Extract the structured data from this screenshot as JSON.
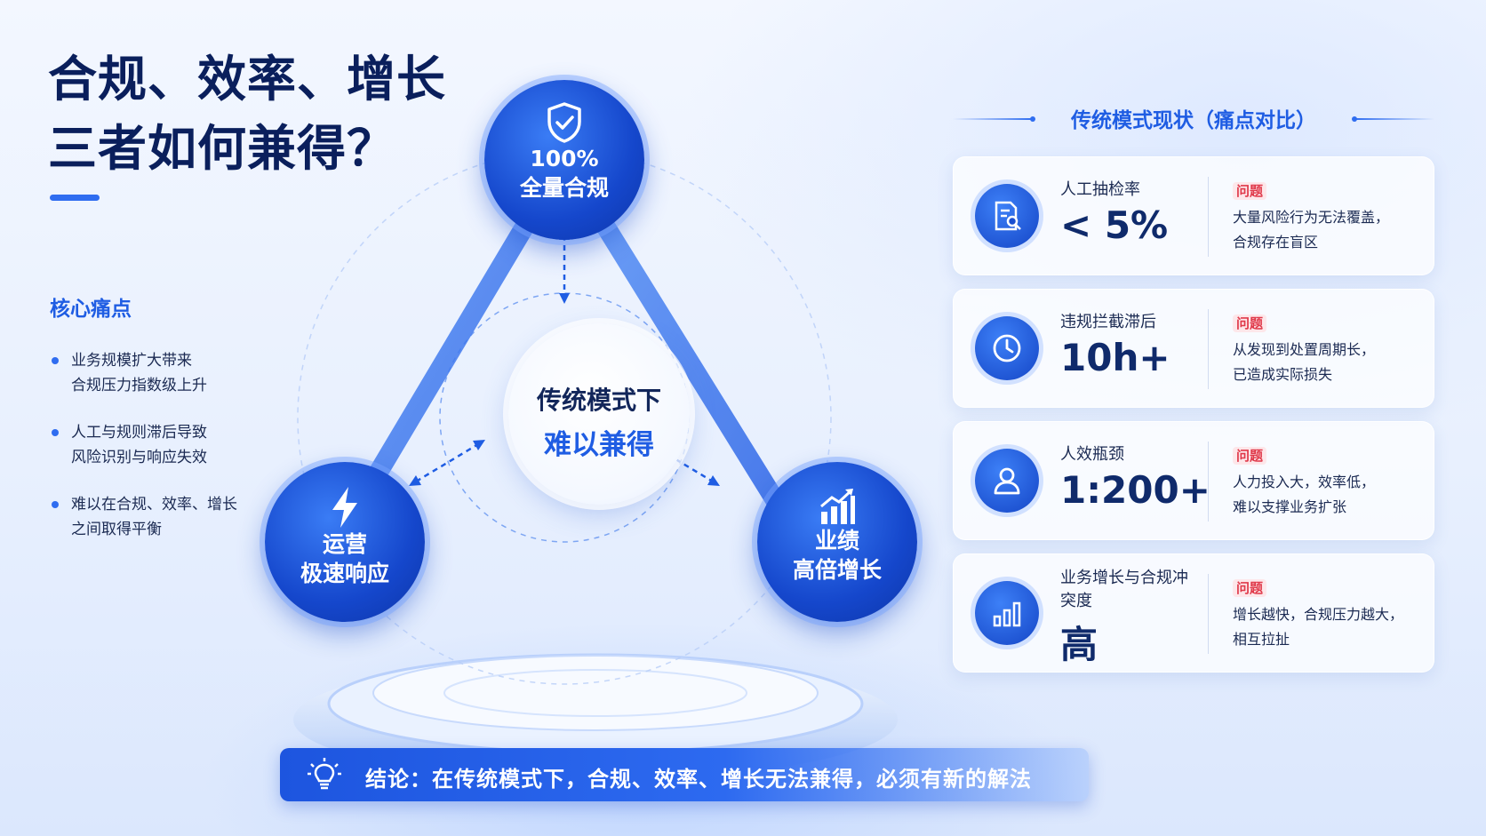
{
  "title": {
    "line1": "合规、效率、增长",
    "line2": "三者如何兼得？"
  },
  "pain_points": {
    "heading": "核心痛点",
    "items": [
      {
        "line1": "业务规模扩大带来",
        "line2": "合规压力指数级上升"
      },
      {
        "line1": "人工与规则滞后导致",
        "line2": "风险识别与响应失效"
      },
      {
        "line1": "难以在合规、效率、增长",
        "line2": "之间取得平衡"
      }
    ]
  },
  "diagram": {
    "top": {
      "line1": "100%",
      "line2": "全量合规",
      "icon": "shield-check-icon"
    },
    "left": {
      "line1": "运营",
      "line2": "极速响应",
      "icon": "lightning-icon"
    },
    "right": {
      "line1": "业绩",
      "line2": "高倍增长",
      "icon": "growth-chart-icon"
    },
    "center": {
      "line1": "传统模式下",
      "line2": "难以兼得"
    }
  },
  "comparison": {
    "heading": "传统模式现状（痛点对比）",
    "cards": [
      {
        "icon": "document-search-icon",
        "label": "人工抽检率",
        "value": "< 5%",
        "tag": "问题",
        "text1": "大量风险行为无法覆盖，",
        "text2": "合规存在盲区"
      },
      {
        "icon": "clock-icon",
        "label": "违规拦截滞后",
        "value": "10h+",
        "tag": "问题",
        "text1": "从发现到处置周期长，",
        "text2": "已造成实际损失"
      },
      {
        "icon": "user-icon",
        "label": "人效瓶颈",
        "value": "1:200+",
        "tag": "问题",
        "text1": "人力投入大，效率低，",
        "text2": "难以支撑业务扩张"
      },
      {
        "icon": "bar-chart-icon",
        "label": "业务增长与合规冲突度",
        "value": "高",
        "tag": "问题",
        "text1": "增长越快，合规压力越大，",
        "text2": "相互拉扯"
      }
    ]
  },
  "conclusion": {
    "text": "结论：在传统模式下，合规、效率、增长无法兼得，必须有新的解法",
    "icon": "lightbulb-icon"
  },
  "colors": {
    "primary": "#1f5de3",
    "dark_navy": "#0a1f5c",
    "tag_red": "#e0394a"
  }
}
